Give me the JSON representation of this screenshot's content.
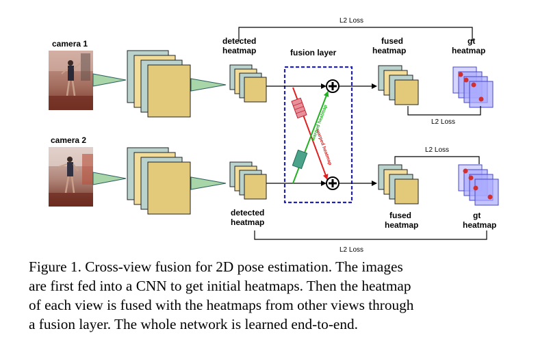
{
  "labels": {
    "camera1": "camera 1",
    "camera2": "camera 2",
    "detected_top_line1": "detected",
    "detected_top_line2": "heatmap",
    "detected_bottom_line1": "detected",
    "detected_bottom_line2": "heatmap",
    "fusion_layer": "fusion layer",
    "fused_top_line1": "fused",
    "fused_top_line2": "heatmap",
    "fused_bottom_line1": "fused",
    "fused_bottom_line2": "heatmap",
    "gt_top_line1": "gt",
    "gt_top_line2": "heatmap",
    "gt_bottom_line1": "gt",
    "gt_bottom_line2": "heatmap",
    "warped_heatmap_green": "warped heatmap",
    "warped_heatmap_red": "warped heatmap"
  },
  "losses": {
    "top": "L2 Loss",
    "top_inner": "L2 Loss",
    "bottom_inner": "L2 Loss",
    "bottom": "L2 Loss"
  },
  "caption": {
    "line1": "Figure 1. Cross-view fusion for 2D pose estimation.  The images",
    "line2": "are first fed into a CNN to get initial heatmaps. Then the heatmap",
    "line3": "of each view is fused with the heatmaps from other views through",
    "line4": "a fusion layer. The whole network is learned end-to-end."
  },
  "colors": {
    "feature_front": "#e3c97a",
    "feature_back": "#b9d3cc",
    "feature_mid": "#f2dc9a",
    "cone": "#a8d6a8",
    "gt_fill": "#aaaaff",
    "gt_dot": "#d03030",
    "fusion_box": "#2020c0",
    "green_line": "#22b022",
    "red_line": "#e02020",
    "red_filter": "#e8909a",
    "green_filter": "#4aa38a"
  }
}
